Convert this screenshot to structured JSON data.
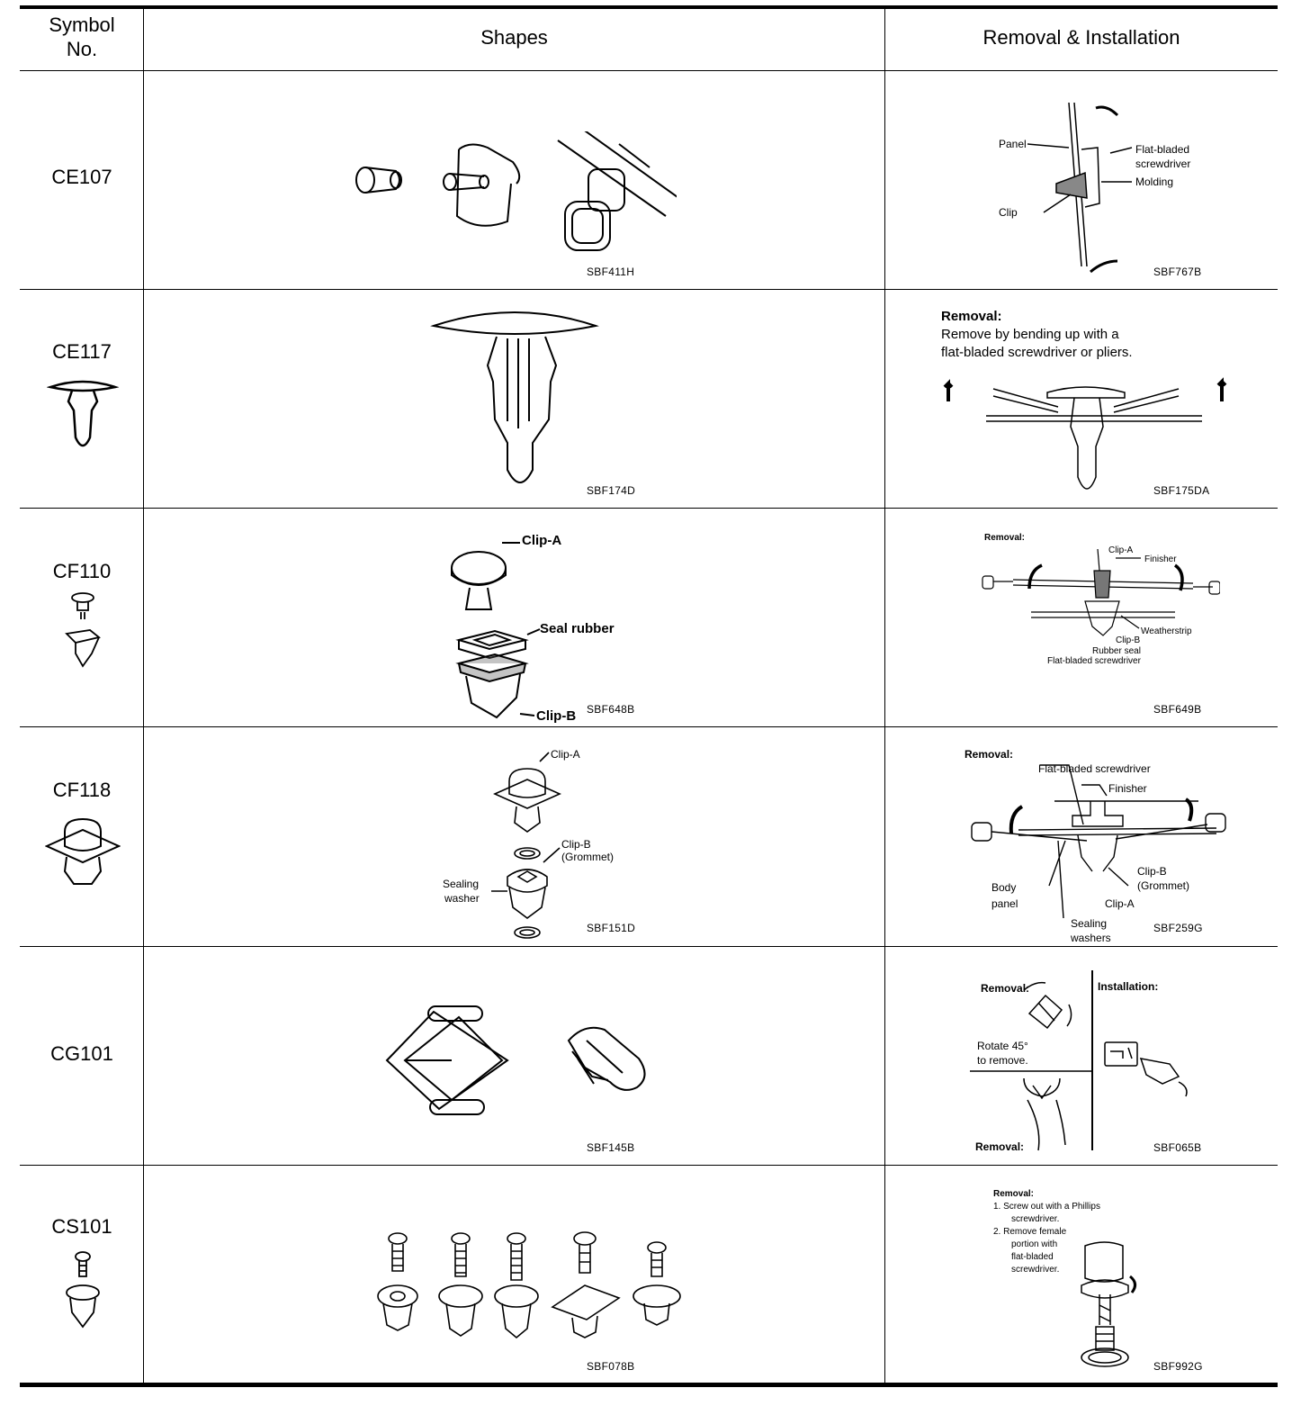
{
  "header": {
    "symbol_line1": "Symbol",
    "symbol_line2": "No.",
    "shapes": "Shapes",
    "removal": "Removal & Installation"
  },
  "rows": [
    {
      "symbol": "CE107",
      "shape_code": "SBF411H",
      "removal_code": "SBF767B",
      "removal_labels": {
        "panel": "Panel",
        "flat1": "Flat-bladed",
        "flat2": "screwdriver",
        "molding": "Molding",
        "clip": "Clip"
      }
    },
    {
      "symbol": "CE117",
      "shape_code": "SBF174D",
      "removal_code": "SBF175DA",
      "removal_title": "Removal:",
      "removal_text1": "Remove by bending up with a",
      "removal_text2": "flat-bladed screwdriver or pliers."
    },
    {
      "symbol": "CF110",
      "shape_code": "SBF648B",
      "shape_labels": {
        "clip_a": "Clip-A",
        "seal": "Seal rubber",
        "clip_b": "Clip-B"
      },
      "removal_code": "SBF649B",
      "removal_labels": {
        "title": "Removal:",
        "clip_a": "Clip-A",
        "finisher": "Finisher",
        "weather": "Weatherstrip",
        "clip_b": "Clip-B",
        "rubber": "Rubber seal",
        "flat": "Flat-bladed screwdriver"
      }
    },
    {
      "symbol": "CF118",
      "shape_code": "SBF151D",
      "shape_labels": {
        "clip_a": "Clip-A",
        "clip_b": "Clip-B",
        "grommet": "(Grommet)",
        "sealing": "Sealing",
        "washer": "washer"
      },
      "removal_code": "SBF259G",
      "removal_labels": {
        "title": "Removal:",
        "flat": "Flat-bladed screwdriver",
        "finisher": "Finisher",
        "clip_b": "Clip-B",
        "grommet": "(Grommet)",
        "body": "Body",
        "panel": "panel",
        "clip_a": "Clip-A",
        "sealing": "Sealing",
        "washers": "washers"
      }
    },
    {
      "symbol": "CG101",
      "shape_code": "SBF145B",
      "removal_code": "SBF065B",
      "removal_labels": {
        "removal": "Removal:",
        "installation": "Installation:",
        "rotate1": "Rotate 45°",
        "rotate2": "to remove.",
        "removal2": "Removal:"
      }
    },
    {
      "symbol": "CS101",
      "shape_code": "SBF078B",
      "removal_code": "SBF992G",
      "removal_labels": {
        "title": "Removal:",
        "l1": "1.  Screw out with a Phillips",
        "l2": "screwdriver.",
        "l3": "2.  Remove female",
        "l4": "portion with",
        "l5": "flat-bladed",
        "l6": "screwdriver."
      }
    }
  ]
}
